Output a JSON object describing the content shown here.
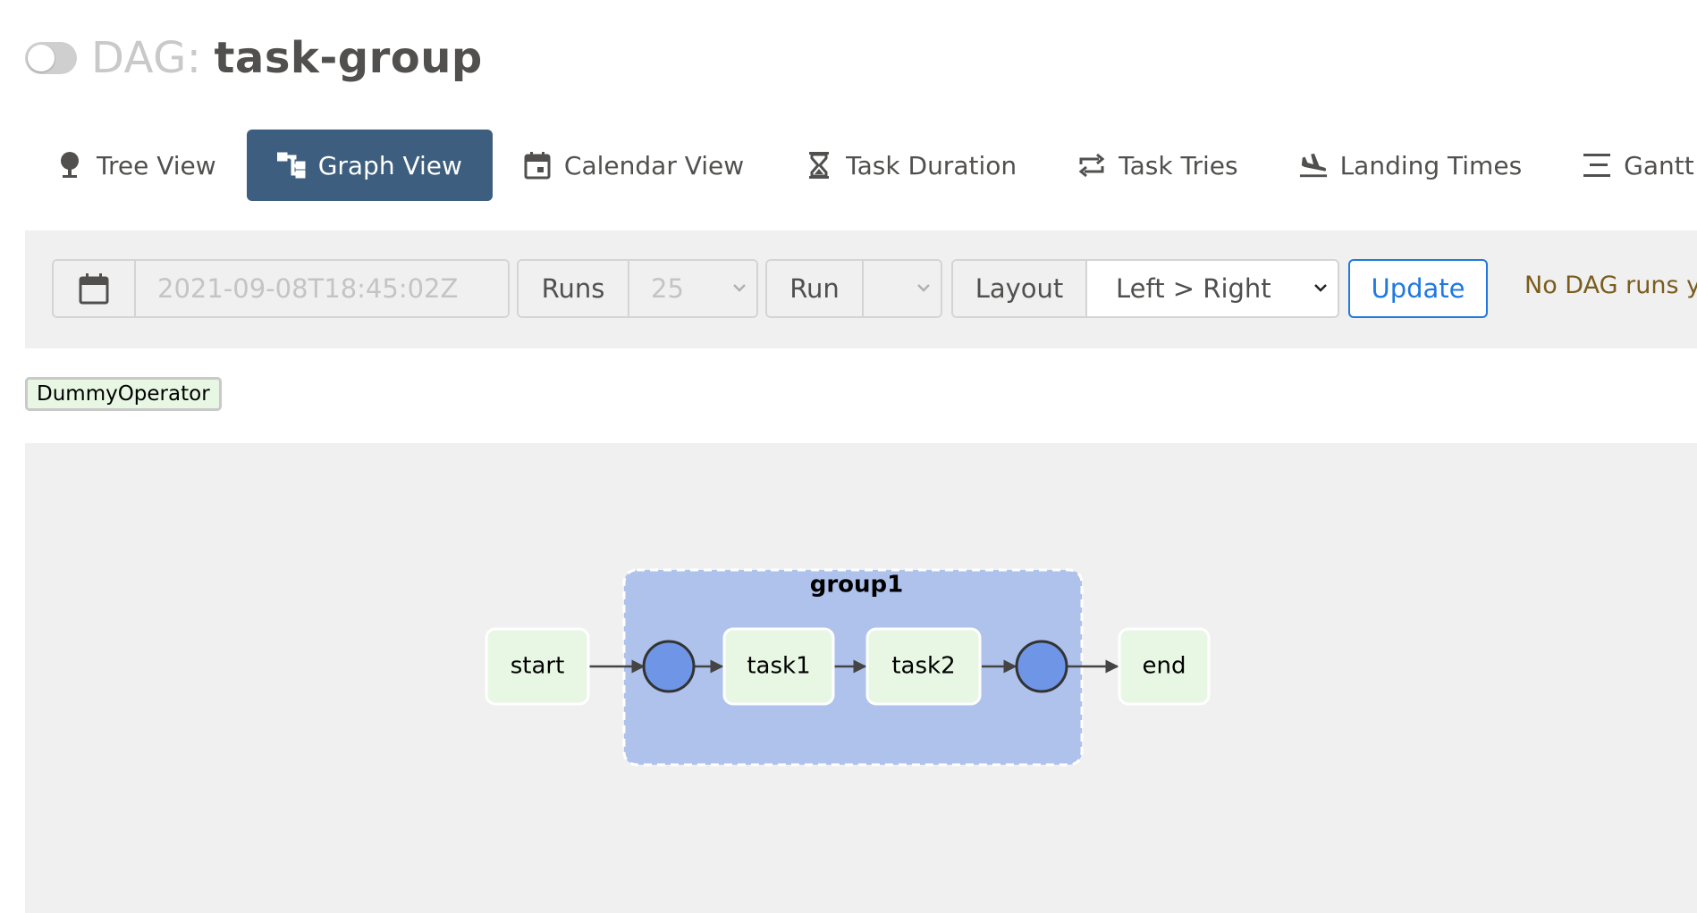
{
  "header": {
    "title_prefix": "DAG:",
    "dag_id": "task-group"
  },
  "nav": {
    "tabs": [
      {
        "label": "Tree View",
        "icon": "tree-icon"
      },
      {
        "label": "Graph View",
        "icon": "graph-icon",
        "active": true
      },
      {
        "label": "Calendar View",
        "icon": "calendar-icon"
      },
      {
        "label": "Task Duration",
        "icon": "hourglass-icon"
      },
      {
        "label": "Task Tries",
        "icon": "retry-icon"
      },
      {
        "label": "Landing Times",
        "icon": "landing-icon"
      },
      {
        "label": "Gantt",
        "icon": "gantt-icon"
      }
    ]
  },
  "controls": {
    "base_date": "2021-09-08T18:45:02Z",
    "runs_label": "Runs",
    "runs_value": "25",
    "run_label": "Run",
    "run_value": "",
    "layout_label": "Layout",
    "layout_value": "Left > Right",
    "update_label": "Update",
    "status_text": "No DAG runs y"
  },
  "legend": {
    "operators": [
      "DummyOperator"
    ]
  },
  "graph": {
    "group_label": "group1",
    "nodes": [
      "start",
      "task1",
      "task2",
      "end"
    ]
  },
  "colors": {
    "active_tab": "#3d5e7e",
    "task_fill": "#e8f7e4",
    "group_fill": "#aec2ec",
    "join_node": "#6f96e6",
    "update_blue": "#1f79e0"
  }
}
